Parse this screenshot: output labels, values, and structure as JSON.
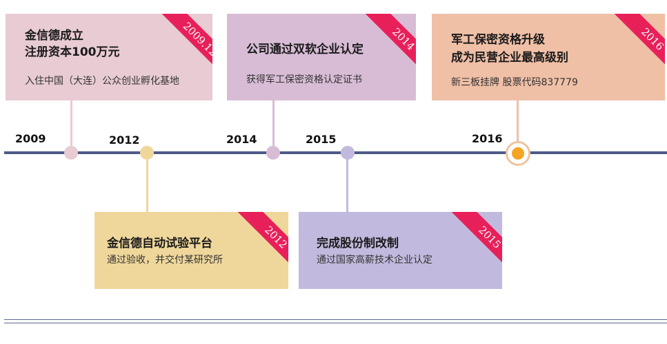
{
  "milestones": [
    {
      "year": "2009",
      "title_line1": "金信德成立",
      "title_line2": "注册资本100万元",
      "desc": "入住中国（大连）公众创业孵化基地",
      "tag": "2009.12",
      "color": "#e8cbd3",
      "dot_color": "#e8cbd3"
    },
    {
      "year": "2012",
      "title_line1": "金信德自动试验平台",
      "desc": "通过验收，并交付某研究所",
      "tag": "2012",
      "color": "#efd79b",
      "dot_color": "#efd79b"
    },
    {
      "year": "2014",
      "title_line1": "公司通过双软企业认定",
      "desc": "获得军工保密资格认定证书",
      "tag": "2014",
      "color": "#d8bcd6",
      "dot_color": "#d8bcd6"
    },
    {
      "year": "2015",
      "title_line1": "完成股份制改制",
      "desc": "通过国家高薪技术企业认定",
      "tag": "2015",
      "color": "#c2b9de",
      "dot_color": "#c2b9de"
    },
    {
      "year": "2016",
      "title_line1": "军工保密资格升级",
      "title_line2": "成为民营企业最高级别",
      "desc": "新三板挂牌 股票代码837779",
      "tag": "2016",
      "color": "#efbfa6",
      "dot_color": "#f5a524"
    }
  ],
  "colors": {
    "axis": "#4d5a86",
    "ribbon": "#e8205a"
  }
}
